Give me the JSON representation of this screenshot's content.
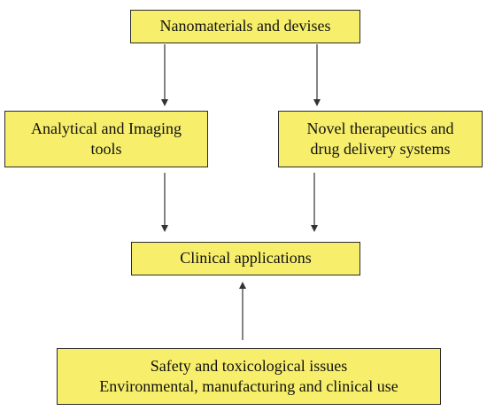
{
  "diagram": {
    "nodes": {
      "nanomaterials": {
        "lines": [
          "Nanomaterials and devises"
        ]
      },
      "analytical": {
        "lines": [
          "Analytical and Imaging",
          "tools"
        ]
      },
      "therapeutics": {
        "lines": [
          "Novel therapeutics and",
          "drug delivery systems"
        ]
      },
      "clinical": {
        "lines": [
          "Clinical applications"
        ]
      },
      "safety": {
        "lines": [
          "Safety and toxicological issues",
          "Environmental, manufacturing and clinical use"
        ]
      }
    },
    "edges": [
      {
        "from": "nanomaterials",
        "to": "analytical"
      },
      {
        "from": "nanomaterials",
        "to": "therapeutics"
      },
      {
        "from": "analytical",
        "to": "clinical"
      },
      {
        "from": "therapeutics",
        "to": "clinical"
      },
      {
        "from": "safety",
        "to": "clinical"
      }
    ],
    "colors": {
      "box_fill": "#f7ef6b",
      "box_border": "#2b2b2b",
      "arrow": "#333333",
      "text": "#111111"
    }
  }
}
